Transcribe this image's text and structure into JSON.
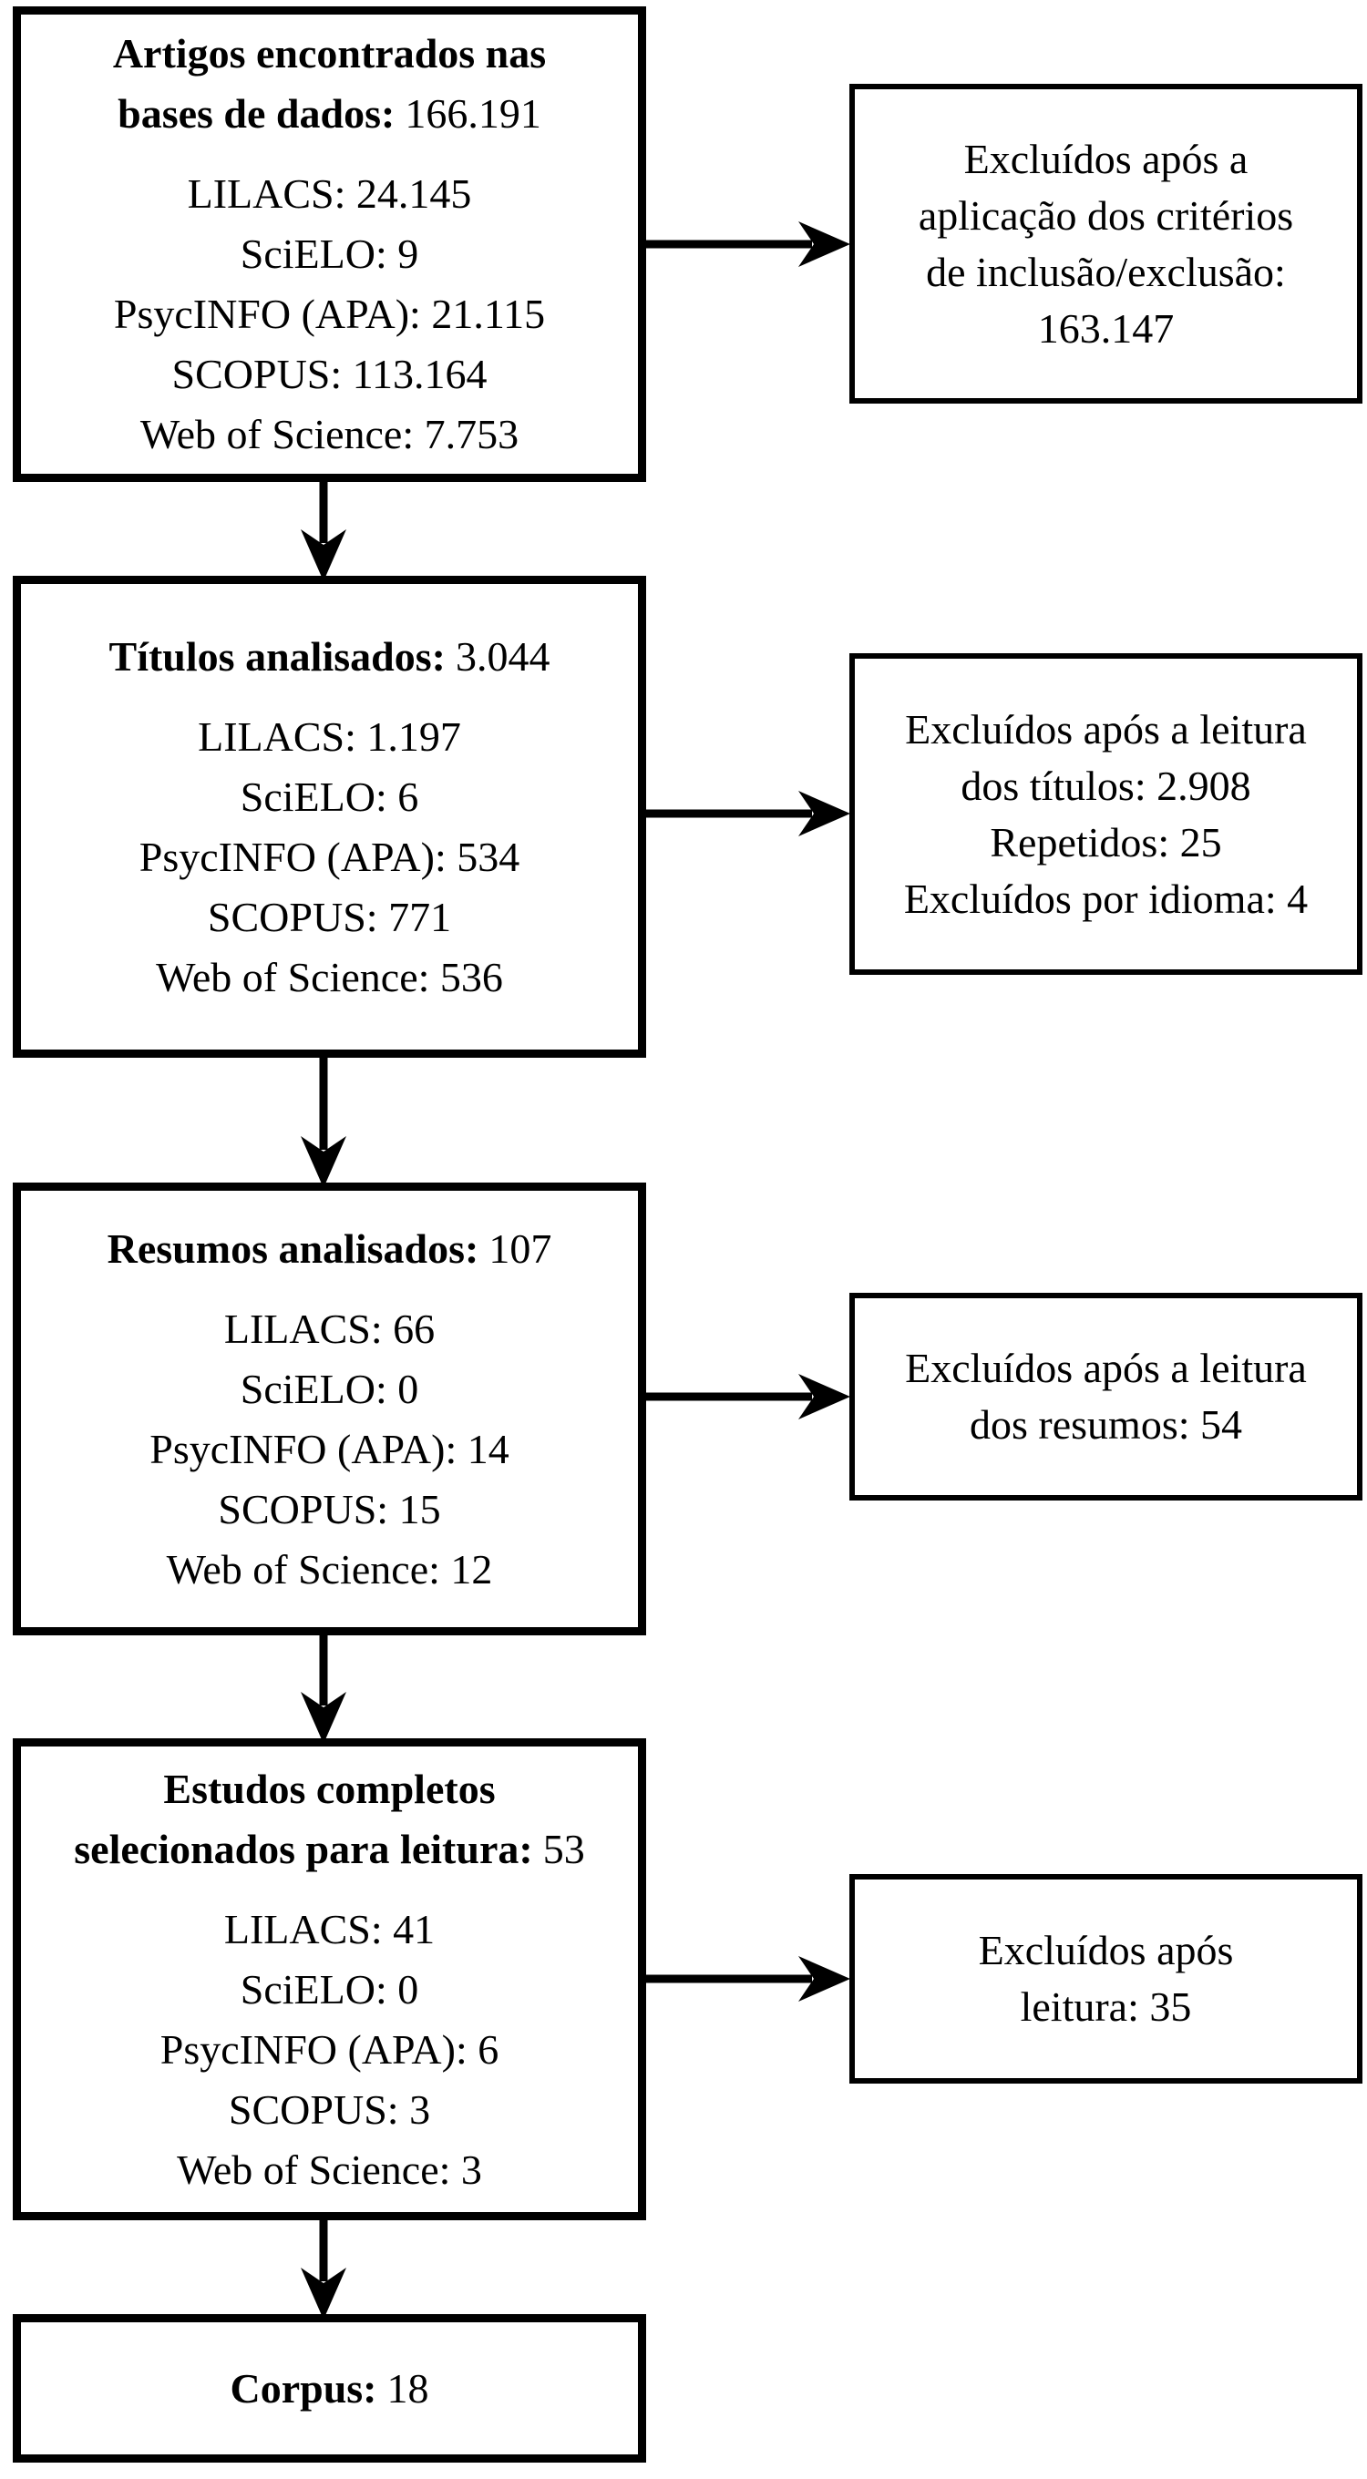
{
  "colors": {
    "ink": "#000000",
    "paper": "#ffffff"
  },
  "flowchart": {
    "stages": [
      {
        "title_lines": [
          "Artigos encontrados nas",
          "bases de dados:"
        ],
        "total": "166.191",
        "sources": [
          "LILACS: 24.145",
          "SciELO: 9",
          "PsycINFO (APA): 21.115",
          "SCOPUS: 113.164",
          "Web of Science: 7.753"
        ]
      },
      {
        "title_lines": [
          "Títulos analisados:"
        ],
        "total": "3.044",
        "sources": [
          "LILACS: 1.197",
          "SciELO: 6",
          "PsycINFO (APA): 534",
          "SCOPUS: 771",
          "Web of Science: 536"
        ]
      },
      {
        "title_lines": [
          "Resumos analisados:"
        ],
        "total": "107",
        "sources": [
          "LILACS: 66",
          "SciELO: 0",
          "PsycINFO (APA): 14",
          "SCOPUS: 15",
          "Web of Science: 12"
        ]
      },
      {
        "title_lines": [
          "Estudos completos",
          "selecionados para leitura:"
        ],
        "total": "53",
        "sources": [
          "LILACS: 41",
          "SciELO: 0",
          "PsycINFO (APA): 6",
          "SCOPUS: 3",
          "Web of Science: 3"
        ]
      }
    ],
    "exclusions": [
      {
        "lines": [
          "Excluídos após a",
          "aplicação dos critérios",
          "de inclusão/exclusão:",
          "163.147"
        ]
      },
      {
        "lines": [
          "Excluídos após a leitura",
          "dos títulos: 2.908",
          "Repetidos: 25",
          "Excluídos por idioma: 4"
        ]
      },
      {
        "lines": [
          "Excluídos após a leitura",
          "dos resumos: 54"
        ]
      },
      {
        "lines": [
          "Excluídos após",
          "leitura: 35"
        ]
      }
    ],
    "final_stage": {
      "title": "Corpus:",
      "total": "18"
    }
  }
}
